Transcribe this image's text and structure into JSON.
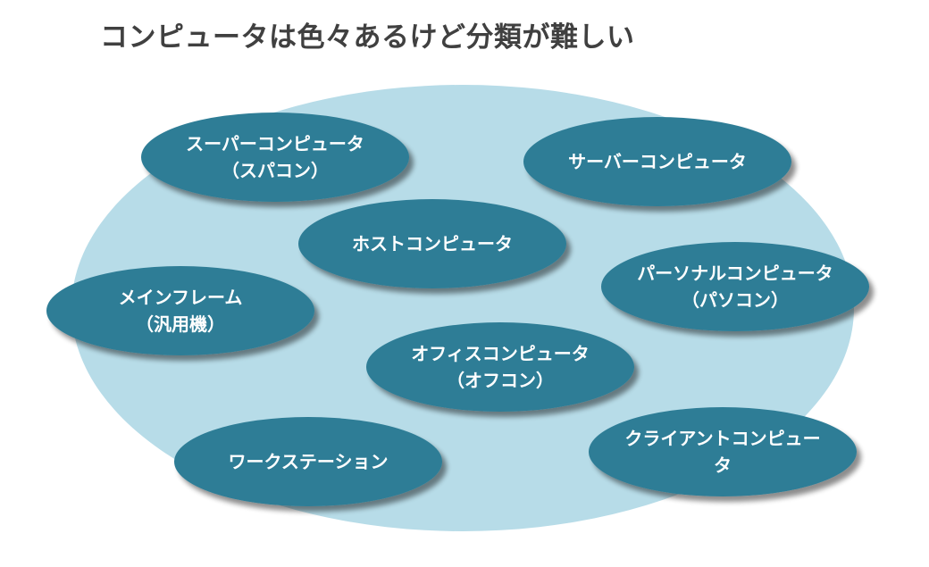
{
  "title": "コンピュータは色々あるけど分類が難しい",
  "colors": {
    "background_ellipse": "#b7dce8",
    "bubble": "#2e7d96",
    "bubble_shadow": "#7f7f7f",
    "text": "#ffffff",
    "title": "#404040"
  },
  "bubbles": [
    {
      "label": "スーパーコンピュータ\n（スパコン）"
    },
    {
      "label": "サーバーコンピュータ"
    },
    {
      "label": "ホストコンピュータ"
    },
    {
      "label": "パーソナルコンピュータ\n（パソコン）"
    },
    {
      "label": "メインフレーム\n（汎用機）"
    },
    {
      "label": "オフィスコンピュータ\n（オフコン）"
    },
    {
      "label": "ワークステーション"
    },
    {
      "label": "クライアントコンピュー\nタ"
    }
  ]
}
